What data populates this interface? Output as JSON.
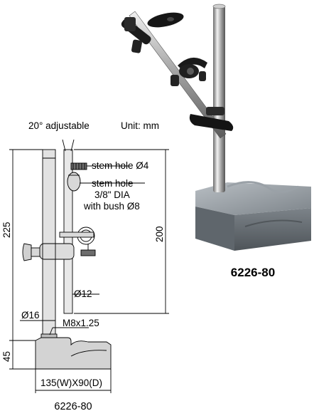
{
  "header": {
    "angle_note": "20° adjustable",
    "unit_note": "Unit: mm"
  },
  "callouts": {
    "stem_hole_small": "stem hole Ø4",
    "stem_hole_large_line1": "stem hole",
    "stem_hole_large_line2": "3/8\" DIA",
    "bush_note": "with bush Ø8",
    "rod_small_dia": "Ø12",
    "rod_large_dia": "Ø16",
    "thread": "M8x1.25"
  },
  "dimensions": {
    "total_height": "225",
    "rod_height": "200",
    "base_height": "45",
    "base_size": "135(W)X90(D)"
  },
  "model": {
    "photo_caption": "6226-80",
    "drawing_caption": "6226-80"
  },
  "colors": {
    "steel_light": "#dcdcdc",
    "steel_mid": "#a9a9a9",
    "base_gray": "#8a8f94",
    "knob_black": "#111111",
    "line": "#000000"
  }
}
